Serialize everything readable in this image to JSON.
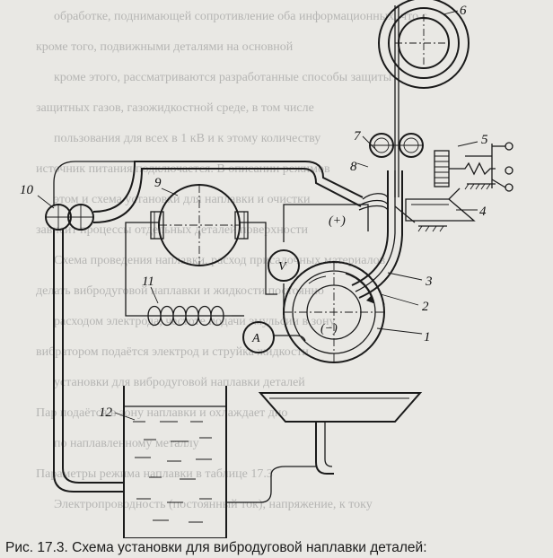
{
  "caption": "Рис. 17.3. Схема установки для вибродуговой наплавки деталей:",
  "labels": {
    "n1": "1",
    "n2": "2",
    "n3": "3",
    "n4": "4",
    "n5": "5",
    "n6": "6",
    "n7": "7",
    "n8": "8",
    "n9": "9",
    "n10": "10",
    "n11": "11",
    "n12": "12",
    "voltmeter": "V",
    "ammeter": "A",
    "plus": "(+)",
    "minus": "(−)"
  },
  "background_text": [
    "обработке, поднимающей сопротивление оба информационных, что с",
    "кроме того, подвижными деталями на основной",
    "кроме этого, рассматриваются разработанные способы защиты",
    "защитных газов, газожидкостной среде, в том числе",
    "пользования для всех в 1 кВ и к этому количеству",
    "источник питания подключается. В описании режимов",
    "этом и схема установки для наплавки и очистки",
    "зависит процессы отдельных деталей поверхности",
    "Схема проведения наплавки, расход присадочных материалов",
    "делать вибродуговой наплавки и жидкости постоянно",
    "расходом электрода, частоте подачи эмульсии в зону",
    "вибратором подаётся электрод и струйка жидкости",
    "установки для вибродуговой наплавки деталей",
    "Пар подаётся в зону наплавки и охлаждает дно",
    "по наплавленному металлу",
    "Параметры режима наплавки в таблице 17.3",
    "Электропроводность (постоянный ток), напряжение, к току"
  ]
}
